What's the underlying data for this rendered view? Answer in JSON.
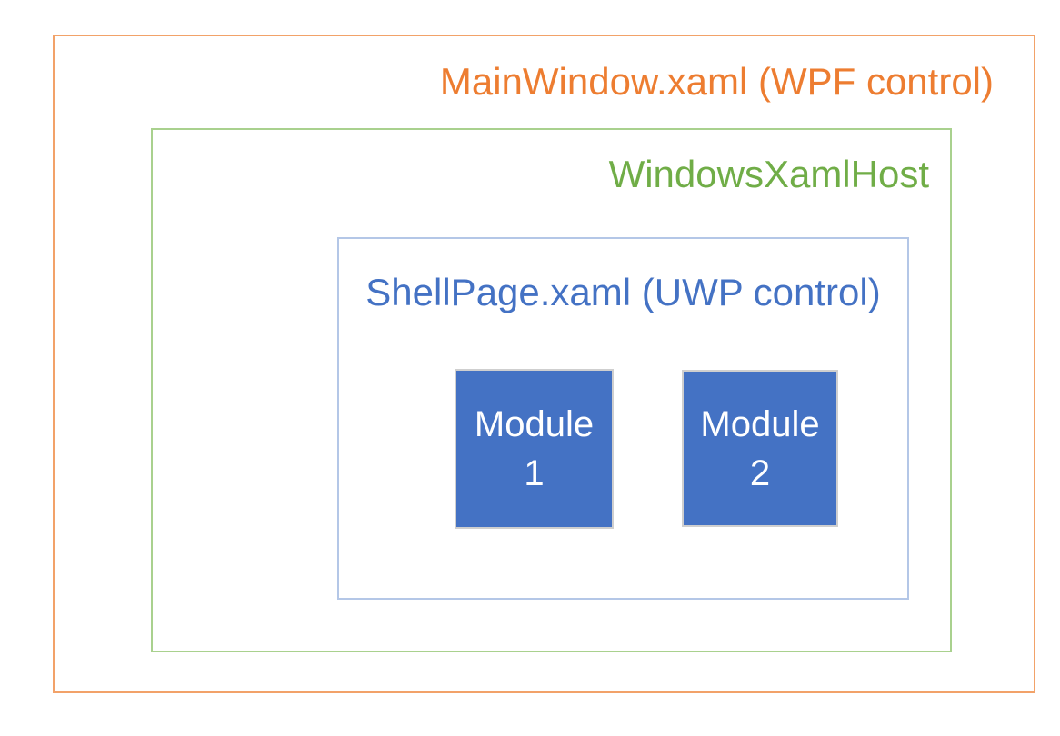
{
  "diagram": {
    "background_color": "#FFFFFF",
    "outer_box": {
      "label": "MainWindow.xaml (WPF control)",
      "text_color": "#ED7D31",
      "border_color": "#F2A269"
    },
    "host_box": {
      "label": "WindowsXamlHost",
      "text_color": "#70AD47",
      "border_color": "#A9D18E"
    },
    "shell_box": {
      "label": "ShellPage.xaml (UWP control)",
      "text_color": "#4472C4",
      "border_color": "#B4C7E7"
    },
    "modules": [
      {
        "lines": [
          "Module",
          "1"
        ],
        "fill_color": "#4472C4",
        "border_color": "#CFCFCF",
        "text_color": "#FFFFFF"
      },
      {
        "lines": [
          "Module",
          "2"
        ],
        "fill_color": "#4472C4",
        "border_color": "#CFCFCF",
        "text_color": "#FFFFFF"
      }
    ]
  }
}
